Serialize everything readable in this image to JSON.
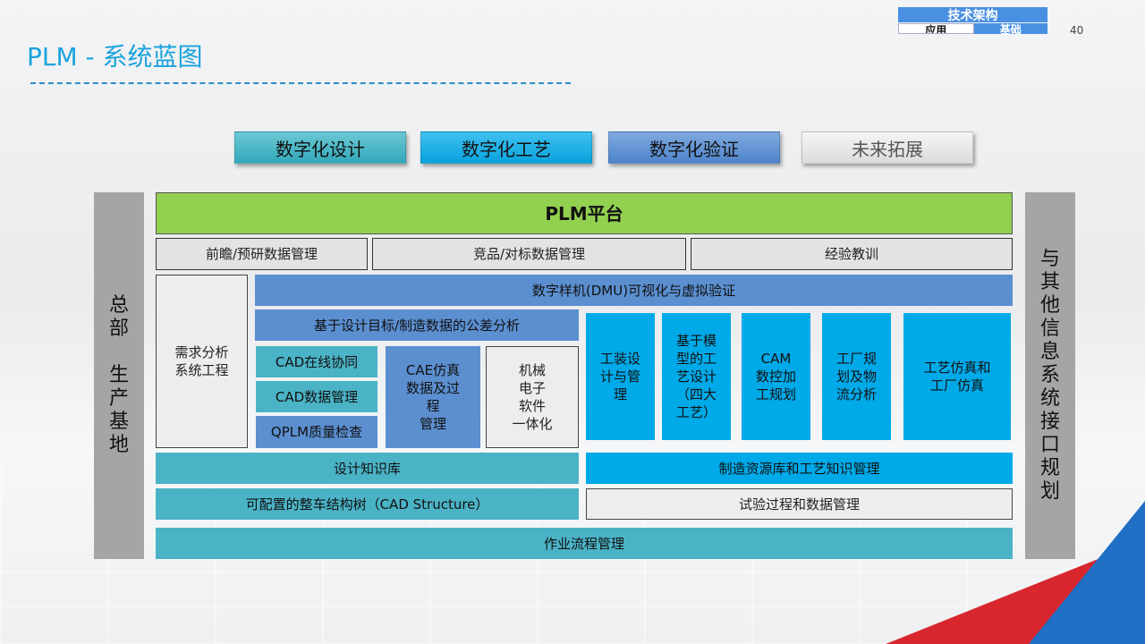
{
  "slide": {
    "title": "PLM - 系统蓝图",
    "page_number": "40"
  },
  "nav": {
    "top": "技术架构",
    "left": "应用",
    "right": "基础"
  },
  "top_buttons": [
    {
      "label": "数字化设计",
      "color": "#32a9bb"
    },
    {
      "label": "数字化工艺",
      "color": "#08a3df"
    },
    {
      "label": "数字化验证",
      "color": "#4e84cc"
    },
    {
      "label": "未来拓展",
      "color": "#dcdcdc"
    }
  ],
  "side": {
    "left": "总\n部\n\n生\n产\n基\n地",
    "right": "与\n其\n他\n信\n息\n系\n统\n接\n口\n规\n划"
  },
  "platform": {
    "title": "PLM平台",
    "row1": [
      "前瞻/预研数据管理",
      "竞品/对标数据管理",
      "经验教训"
    ],
    "dmu": "数字样机(DMU)可视化与虚拟验证",
    "requirements": "需求分析\n系统工程",
    "tolerance": "基于设计目标/制造数据的公差分析",
    "cad_items": [
      "CAD在线协同",
      "CAD数据管理",
      "QPLM质量检查"
    ],
    "cae": "CAE仿真\n数据及过\n程\n管理",
    "mechatronics": "机械\n电子\n软件\n一体化",
    "process_items": [
      "工装设\n计与管\n理",
      "基于模\n型的工\n艺设计\n（四大\n工艺）",
      "CAM\n数控加\n工规划",
      "工厂规\n划及物\n流分析",
      "工艺仿真和\n工厂仿真"
    ],
    "design_library": "设计知识库",
    "mfg_library": "制造资源库和工艺知识管理",
    "cad_structure": "可配置的整车结构树（CAD Structure）",
    "test_mgmt": "试验过程和数据管理",
    "workflow": "作业流程管理"
  }
}
